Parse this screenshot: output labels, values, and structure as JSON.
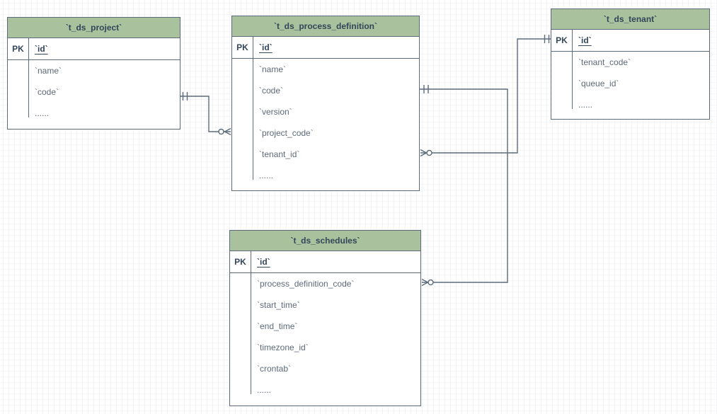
{
  "diagram": {
    "kind": "entity-relationship-diagram",
    "colors": {
      "header_background": "#a9c19d",
      "border": "#5c6b7a",
      "header_text": "#33465a",
      "field_text": "#5e6a79",
      "grid_minor": "#f4f4f6",
      "grid_major": "#e1e1e4"
    }
  },
  "entities": [
    {
      "id": "t_ds_project",
      "title": "`t_ds_project`",
      "pk_label": "PK",
      "pk_field": "`id`",
      "fields": [
        "`name`",
        "`code`",
        "......"
      ]
    },
    {
      "id": "t_ds_process_definition",
      "title": "`t_ds_process_definition`",
      "pk_label": "PK",
      "pk_field": "`id`",
      "fields": [
        "`name`",
        "`code`",
        "`version`",
        "`project_code`",
        "`tenant_id`",
        "......"
      ]
    },
    {
      "id": "t_ds_tenant",
      "title": "`t_ds_tenant`",
      "pk_label": "PK",
      "pk_field": "`id`",
      "fields": [
        "`tenant_code`",
        "`queue_id`",
        "......"
      ]
    },
    {
      "id": "t_ds_schedules",
      "title": "`t_ds_schedules`",
      "pk_label": "PK",
      "pk_field": "`id`",
      "fields": [
        "`process_definition_code`",
        "`start_time`",
        "`end_time`",
        "`timezone_id`",
        "`crontab`",
        "......"
      ]
    }
  ],
  "relationships": [
    {
      "from": "t_ds_project.code",
      "to": "t_ds_process_definition.project_code",
      "from_cardinality": "exactly-one",
      "to_cardinality": "zero-or-many"
    },
    {
      "from": "t_ds_process_definition.code",
      "to": "t_ds_schedules.process_definition_code",
      "from_cardinality": "exactly-one",
      "to_cardinality": "zero-or-many"
    },
    {
      "from": "t_ds_tenant.id",
      "to": "t_ds_process_definition.tenant_id",
      "from_cardinality": "exactly-one",
      "to_cardinality": "zero-or-many"
    }
  ]
}
